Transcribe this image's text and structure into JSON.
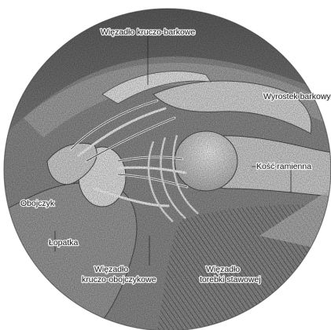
{
  "figure": {
    "labels": {
      "coracoacromial": "Więzadło kruczo-barkowe",
      "acromion": "Wyrostek barkowy",
      "humerus": "Kość ramienna",
      "scapula": "Łopatka",
      "coracoclavicular": [
        "Więzadło",
        "kruczo-obojczykowe"
      ],
      "articular_capsule": [
        "Więzadło",
        "torebki stawowej"
      ],
      "left_edge": "Obojczyk"
    }
  }
}
